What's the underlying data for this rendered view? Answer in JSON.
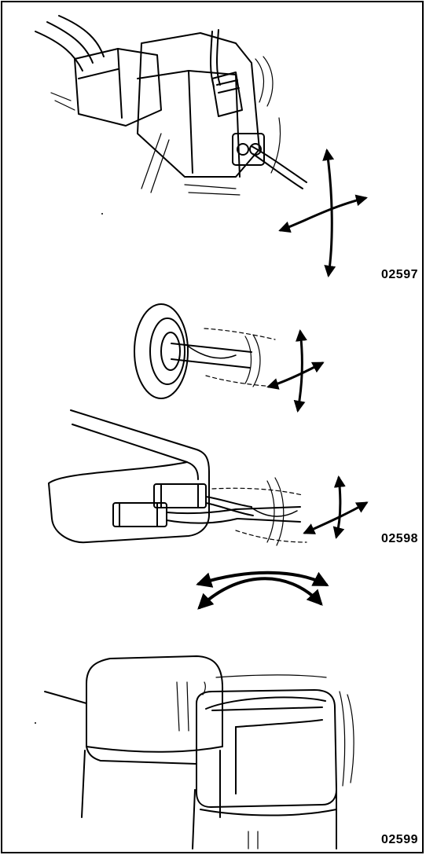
{
  "figure_codes": [
    {
      "code": "02597"
    },
    {
      "code": "02598"
    },
    {
      "code": "02599"
    }
  ],
  "colors": {
    "ink": "#000000",
    "paper": "#ffffff"
  },
  "illustrations": [
    {
      "subject": "connector-wiggle",
      "icon": "wire-connector-icon"
    },
    {
      "subject": "grommet-wire-wiggle",
      "icon": "grommet-icon"
    },
    {
      "subject": "module-connector-wiggle",
      "icon": "control-module-icon"
    },
    {
      "subject": "relay-wiggle",
      "icon": "relay-icon"
    }
  ]
}
